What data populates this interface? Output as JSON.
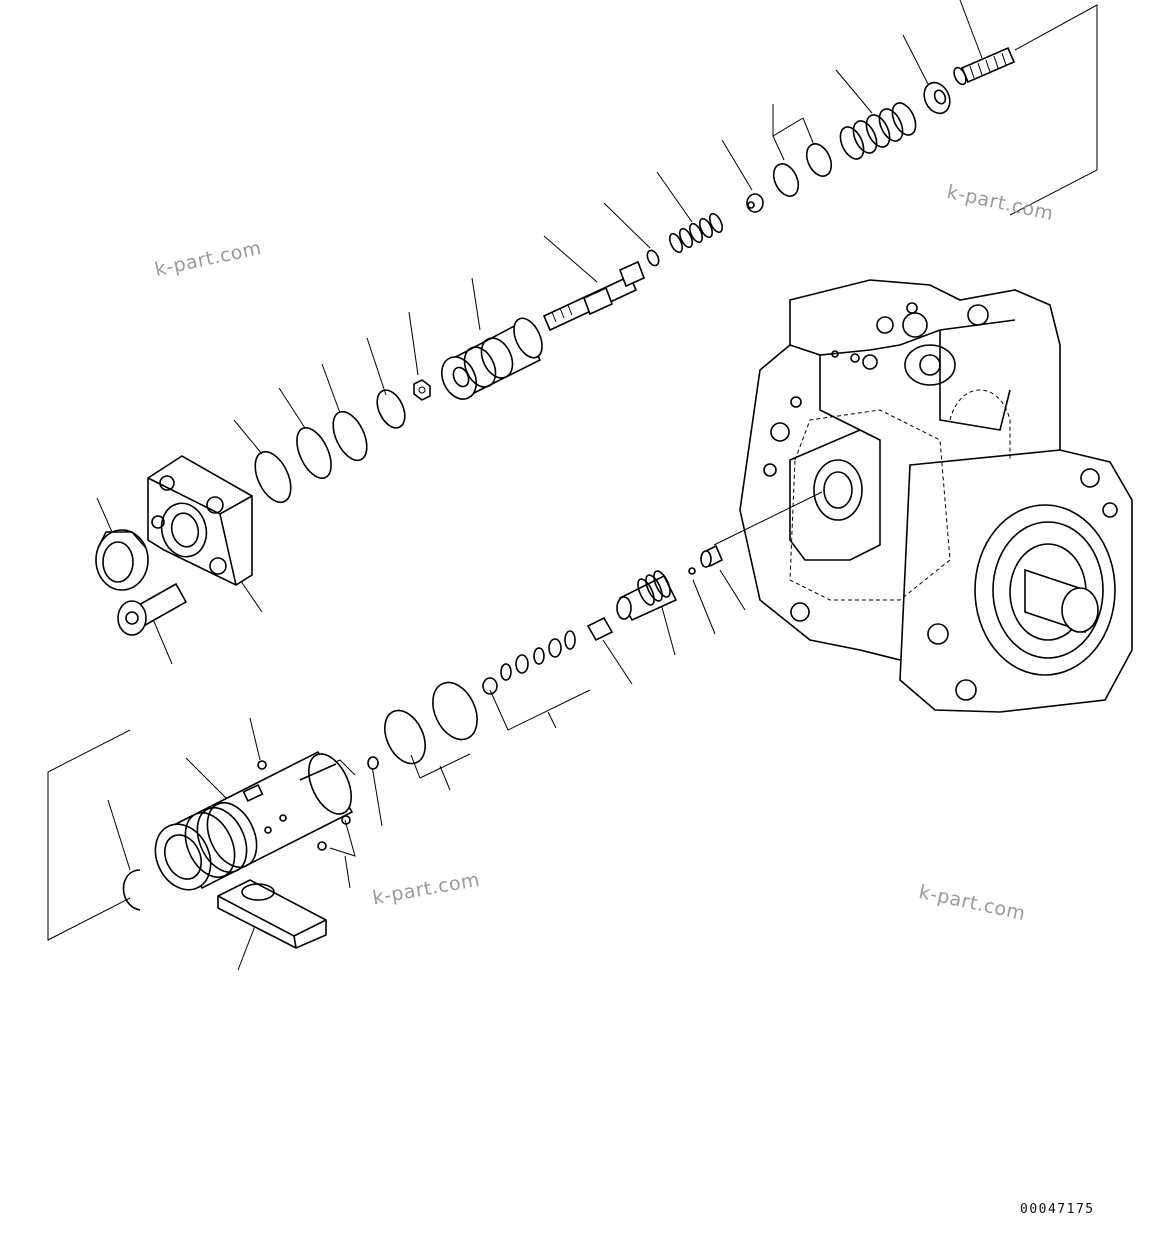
{
  "watermarks": [
    "k-part.com",
    "k-part.com",
    "k-part.com",
    "k-part.com"
  ],
  "drawing_code": "00047175",
  "icons": [
    "exploded-parts-diagram"
  ]
}
